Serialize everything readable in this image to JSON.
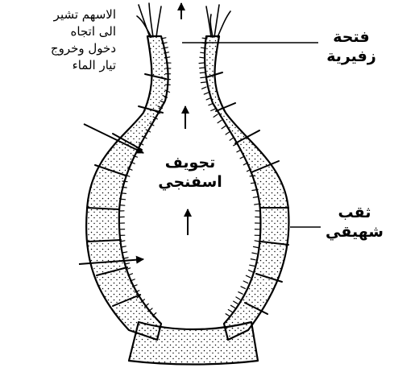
{
  "labels": {
    "arrows_note": [
      "الاسهم تشير",
      "الى اتجاه",
      "دخول وخروج",
      "تيار الماء"
    ],
    "osculum": [
      "فتحة",
      "زفيرية"
    ],
    "spongocoel": [
      "تجويف",
      "اسفنجي"
    ],
    "ostium": [
      "ثقب",
      "شهيقي"
    ]
  },
  "colors": {
    "ink": "#000000",
    "background": "#ffffff"
  }
}
